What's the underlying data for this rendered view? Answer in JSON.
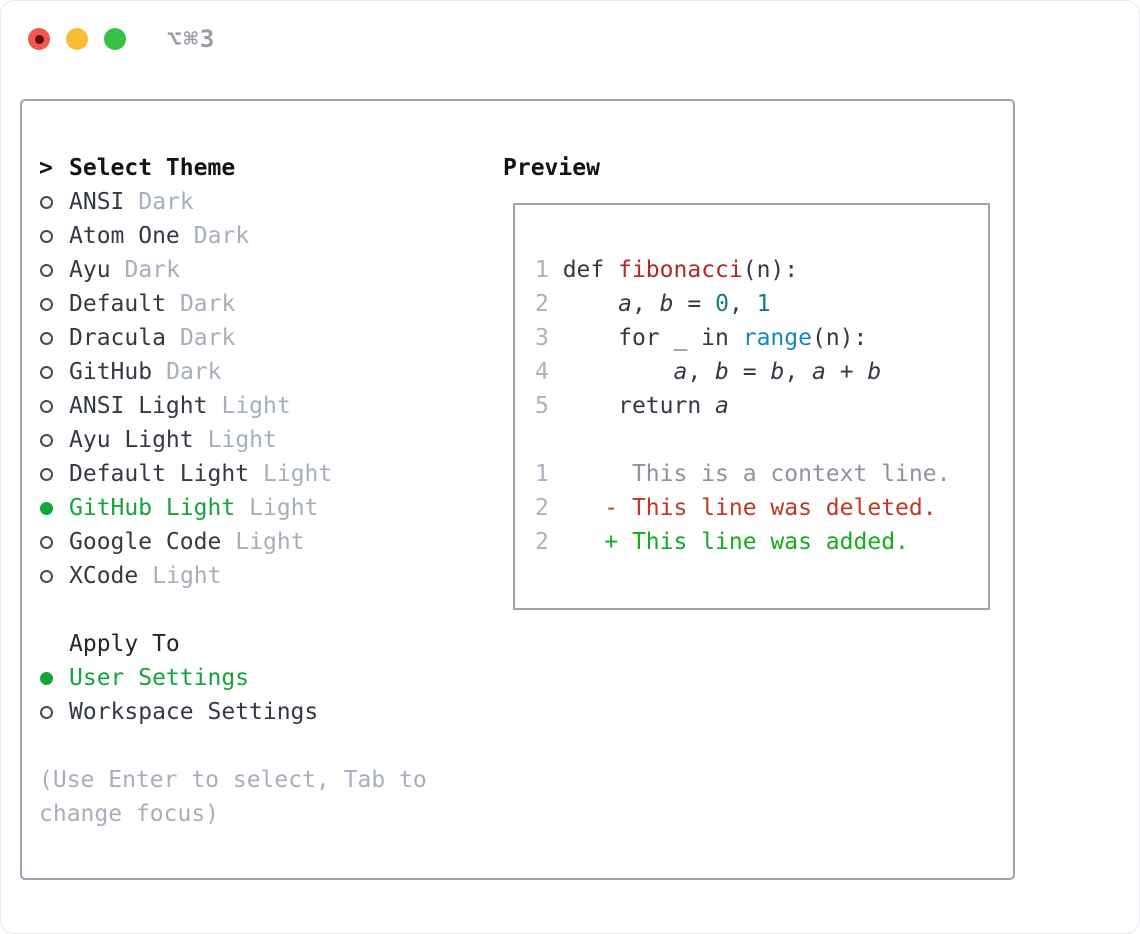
{
  "window": {
    "title": "⌥⌘3"
  },
  "colors": {
    "selected_green": "#13a538",
    "added_green": "#16ab1d",
    "deleted_red": "#c23723",
    "function_red": "#b02a23",
    "number_teal": "#0f8082",
    "builtin_blue": "#1487c8",
    "muted_gray": "#a6afbb",
    "panel_border": "#9aa3ae",
    "traffic_red": "#f2564c",
    "traffic_yellow": "#f7bd33",
    "traffic_green": "#35c245"
  },
  "theme_picker": {
    "prompt": ">",
    "header": "Select Theme",
    "items": [
      {
        "name": "ANSI",
        "variant": "Dark",
        "selected": false
      },
      {
        "name": "Atom One",
        "variant": "Dark",
        "selected": false
      },
      {
        "name": "Ayu",
        "variant": "Dark",
        "selected": false
      },
      {
        "name": "Default",
        "variant": "Dark",
        "selected": false
      },
      {
        "name": "Dracula",
        "variant": "Dark",
        "selected": false
      },
      {
        "name": "GitHub",
        "variant": "Dark",
        "selected": false
      },
      {
        "name": "ANSI Light",
        "variant": "Light",
        "selected": false
      },
      {
        "name": "Ayu Light",
        "variant": "Light",
        "selected": false
      },
      {
        "name": "Default Light",
        "variant": "Light",
        "selected": false
      },
      {
        "name": "GitHub Light",
        "variant": "Light",
        "selected": true
      },
      {
        "name": "Google Code",
        "variant": "Light",
        "selected": false
      },
      {
        "name": "XCode",
        "variant": "Light",
        "selected": false
      }
    ]
  },
  "apply_to": {
    "header": "Apply To",
    "options": [
      {
        "label": "User Settings",
        "selected": true
      },
      {
        "label": "Workspace Settings",
        "selected": false
      }
    ]
  },
  "hint": "(Use Enter to select, Tab to change focus)",
  "preview": {
    "header": "Preview",
    "lines": [
      {
        "segments": [
          [
            "1",
            "ln"
          ],
          [
            " def ",
            "plain"
          ],
          [
            "fibonacci",
            "func"
          ],
          [
            "(n):",
            "plain"
          ]
        ]
      },
      {
        "segments": [
          [
            "2",
            "ln"
          ],
          [
            "     ",
            "plain"
          ],
          [
            "a",
            "var"
          ],
          [
            ", ",
            "plain"
          ],
          [
            "b",
            "var"
          ],
          [
            " = ",
            "plain"
          ],
          [
            "0",
            "num"
          ],
          [
            ", ",
            "plain"
          ],
          [
            "1",
            "num"
          ]
        ]
      },
      {
        "segments": [
          [
            "3",
            "ln"
          ],
          [
            "     for _ in ",
            "plain"
          ],
          [
            "range",
            "builtin"
          ],
          [
            "(n):",
            "plain"
          ]
        ]
      },
      {
        "segments": [
          [
            "4",
            "ln"
          ],
          [
            "         ",
            "plain"
          ],
          [
            "a",
            "var"
          ],
          [
            ", ",
            "plain"
          ],
          [
            "b",
            "var"
          ],
          [
            " = ",
            "plain"
          ],
          [
            "b",
            "var"
          ],
          [
            ", ",
            "plain"
          ],
          [
            "a",
            "var"
          ],
          [
            " + ",
            "plain"
          ],
          [
            "b",
            "var"
          ]
        ]
      },
      {
        "segments": [
          [
            "5",
            "ln"
          ],
          [
            "     return ",
            "plain"
          ],
          [
            "a",
            "var"
          ]
        ]
      },
      {
        "segments": []
      },
      {
        "segments": [
          [
            "1",
            "ln"
          ],
          [
            "      This is a context line.",
            "context"
          ]
        ]
      },
      {
        "segments": [
          [
            "2",
            "ln"
          ],
          [
            "    - This line was deleted.",
            "deleted"
          ]
        ]
      },
      {
        "segments": [
          [
            "2",
            "ln"
          ],
          [
            "    + This line was added.",
            "added"
          ]
        ]
      }
    ]
  }
}
